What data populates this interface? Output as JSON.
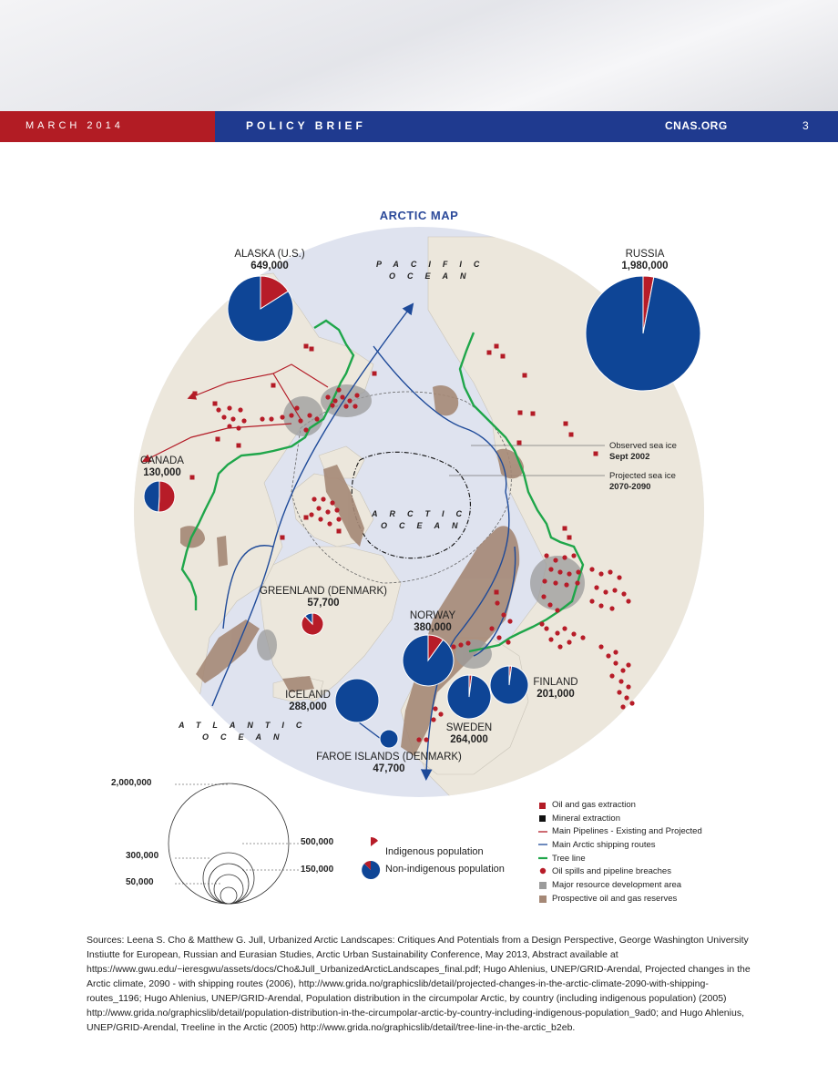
{
  "header": {
    "date": "MARCH 2014",
    "title": "POLICY BRIEF",
    "site": "CNAS.ORG",
    "page": "3"
  },
  "map": {
    "title": "ARCTIC MAP",
    "oceans": {
      "pacific_1": "PACIFIC",
      "pacific_2": "OCEAN",
      "arctic_1": "ARCTIC",
      "arctic_2": "OCEAN",
      "atlantic_1": "ATLANTIC",
      "atlantic_2": "OCEAN"
    },
    "regions": [
      {
        "name": "ALASKA (U.S.)",
        "population": "649,000",
        "indigenous_share": 0.16
      },
      {
        "name": "RUSSIA",
        "population": "1,980,000",
        "indigenous_share": 0.03
      },
      {
        "name": "CANADA",
        "population": "130,000",
        "indigenous_share": 0.51
      },
      {
        "name": "GREENLAND (DENMARK)",
        "population": "57,700",
        "indigenous_share": 0.88
      },
      {
        "name": "NORWAY",
        "population": "380,000",
        "indigenous_share": 0.1
      },
      {
        "name": "ICELAND",
        "population": "288,000",
        "indigenous_share": 0.0
      },
      {
        "name": "FINLAND",
        "population": "201,000",
        "indigenous_share": 0.02
      },
      {
        "name": "SWEDEN",
        "population": "264,000",
        "indigenous_share": 0.02
      },
      {
        "name": "FAROE ISLANDS (DENMARK)",
        "population": "47,700",
        "indigenous_share": 0.0
      }
    ],
    "sea_ice": {
      "observed_label": "Observed sea ice",
      "observed_date": "Sept 2002",
      "projected_label": "Projected sea ice",
      "projected_date": "2070-2090"
    },
    "colors": {
      "land": "#ece7dc",
      "ocean": "#dfe3ef",
      "indigenous": "#b71c28",
      "non_indigenous": "#0e4596",
      "pipeline": "#b31b26",
      "shipping": "#1e4a99",
      "tree_line": "#1fa64a",
      "reserves": "#a58876",
      "resource_area": "#9b9b9b"
    }
  },
  "size_legend": {
    "values": [
      "2,000,000",
      "500,000",
      "300,000",
      "150,000",
      "50,000"
    ]
  },
  "population_legend": {
    "indigenous": "Indigenous population",
    "non_indigenous": "Non-indigenous population"
  },
  "legend": {
    "items": [
      {
        "label": "Oil and gas extraction",
        "icon": "red-square"
      },
      {
        "label": "Mineral extraction",
        "icon": "black-square"
      },
      {
        "label": "Main Pipelines - Existing and Projected",
        "icon": "red-line"
      },
      {
        "label": "Main Arctic shipping routes",
        "icon": "blue-line"
      },
      {
        "label": "Tree line",
        "icon": "green-line"
      },
      {
        "label": "Oil spills and pipeline breaches",
        "icon": "red-dot"
      },
      {
        "label": "Major resource development area",
        "icon": "grey-square"
      },
      {
        "label": "Prospective oil and gas reserves",
        "icon": "brown-square"
      }
    ]
  },
  "sources": "Sources: Leena S. Cho & Matthew G. Jull, Urbanized Arctic Landscapes: Critiques And Potentials from a Design Perspective, George Washington University Instiutte for European, Russian and Eurasian Studies, Arctic Urban Sustainability Conference, May 2013, Abstract available at  https://www.gwu.edu/~ieresgwu/assets/docs/Cho&Jull_UrbanizedArcticLandscapes_final.pdf; Hugo Ahlenius, UNEP/GRID-Arendal, Projected changes in the Arctic climate, 2090 - with shipping routes (2006), http://www.grida.no/graphicslib/detail/projected-changes-in-the-arctic-climate-2090-with-shipping-routes_1196; Hugo Ahlenius, UNEP/GRID-Arendal, Population distribution in the circumpolar Arctic, by country (including indigenous population) (2005) http://www.grida.no/graphicslib/detail/population-distribution-in-the-circumpolar-arctic-by-country-including-indigenous-population_9ad0; and Hugo Ahlenius, UNEP/GRID-Arendal, Treeline in the Arctic (2005) http://www.grida.no/graphicslib/detail/tree-line-in-the-arctic_b2eb."
}
